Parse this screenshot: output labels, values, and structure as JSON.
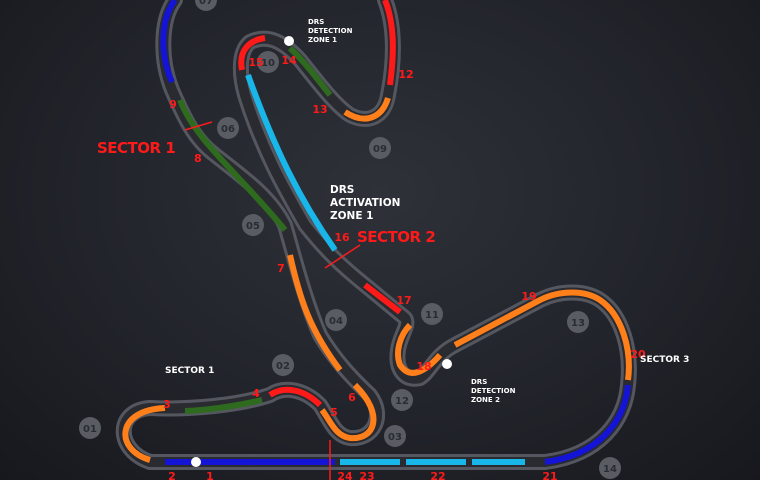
{
  "colors": {
    "track": "#555760",
    "kerb": "#8a8c94",
    "orange": "#ff7f1a",
    "red": "#ff1a1a",
    "green": "#2f6b1f",
    "blue": "#1414d6",
    "cyan": "#19b6ea",
    "turn_label": "#ff1a1a",
    "marshal_circle": "#5a5c64",
    "marshal_text": "#2a2c33"
  },
  "annotations": {
    "drs_detection_1": [
      "DRS",
      "DETECTION",
      "ZONE 1"
    ],
    "drs_activation_1": [
      "DRS",
      "ACTIVATION",
      "ZONE 1"
    ],
    "drs_detection_2": [
      "DRS",
      "DETECTION",
      "ZONE 2"
    ],
    "sector1_red": "SECTOR 1",
    "sector2_red": "SECTOR 2",
    "sector1_white": "SECTOR 1",
    "sector3_white": "SECTOR 3"
  },
  "turns": [
    "1",
    "2",
    "3",
    "4",
    "5",
    "6",
    "7",
    "8",
    "9",
    "12",
    "13",
    "14",
    "15",
    "16",
    "17",
    "18",
    "19",
    "20",
    "21",
    "22",
    "23",
    "24"
  ],
  "marshal_posts": [
    "01",
    "02",
    "03",
    "04",
    "05",
    "06",
    "07",
    "09",
    "10",
    "11",
    "12",
    "13",
    "14"
  ]
}
